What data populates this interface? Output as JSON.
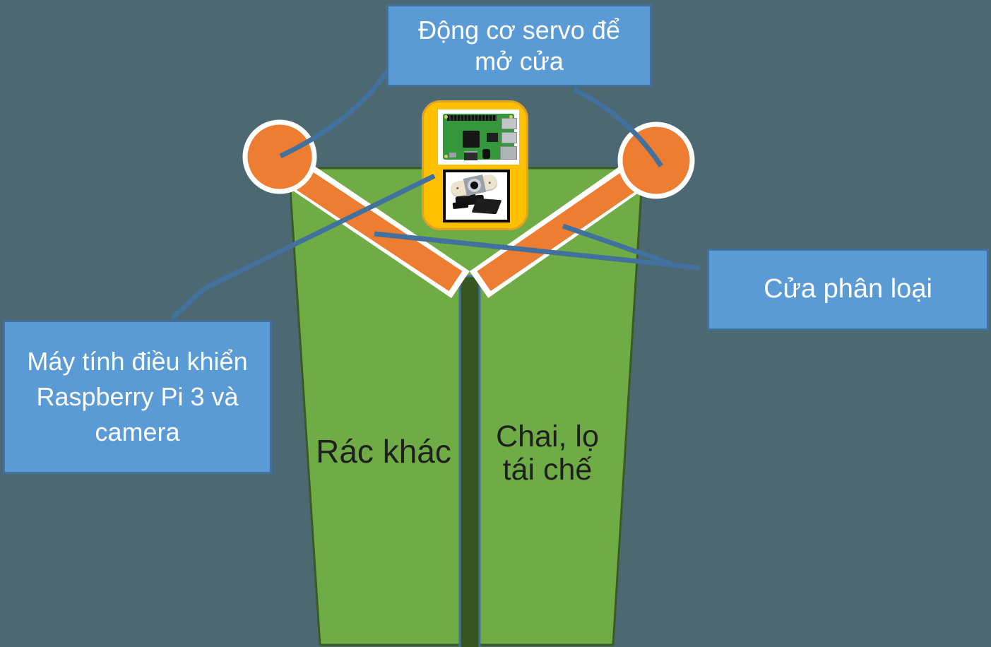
{
  "colors": {
    "background": "#4C6973",
    "bin-green": "#6FAC46",
    "bin-edge": "#3A5B25",
    "divider-green": "#375623",
    "divider-outline": "#41719C",
    "door-orange": "#ED7D31",
    "door-border": "#FFFFFF",
    "servo-orange": "#ED7D31",
    "connector-blue": "#41719C",
    "callout-fill": "#5B9BD5",
    "callout-border": "#41719C",
    "callout-text": "#FFFFFF",
    "module-yellow": "#FFC000",
    "module-border": "#DFA126",
    "label-text": "#1F1F1F"
  },
  "callouts": {
    "servo": {
      "lines": [
        "Động cơ servo để",
        "mở cửa"
      ]
    },
    "computer": {
      "lines": [
        "Máy tính điều khiển",
        "Raspberry Pi 3 và",
        "camera"
      ]
    },
    "door": {
      "lines": [
        "Cửa phân loại"
      ]
    }
  },
  "bins": {
    "left": {
      "label": "Rác khác"
    },
    "right": {
      "lines": [
        "Chai, lọ",
        "tái chế"
      ]
    }
  },
  "module": {
    "images": [
      {
        "name": "raspberry-pi-3-photo"
      },
      {
        "name": "usb-webcam-photo"
      }
    ]
  }
}
